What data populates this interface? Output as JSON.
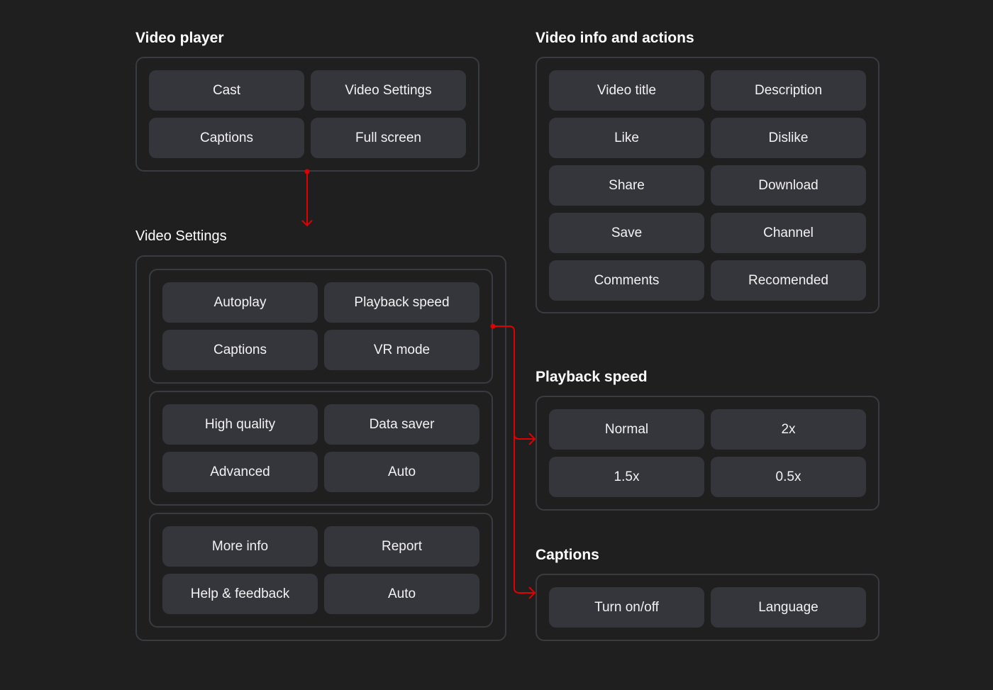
{
  "video_player": {
    "title": "Video player",
    "items": [
      "Cast",
      "Video Settings",
      "Captions",
      "Full screen"
    ]
  },
  "video_settings": {
    "title": "Video Settings",
    "groups": [
      [
        "Autoplay",
        "Playback speed",
        "Captions",
        "VR mode"
      ],
      [
        "High quality",
        "Data saver",
        "Advanced",
        "Auto"
      ],
      [
        "More info",
        "Report",
        "Help & feedback",
        "Auto"
      ]
    ]
  },
  "video_info": {
    "title": "Video info and actions",
    "items": [
      "Video title",
      "Description",
      "Like",
      "Dislike",
      "Share",
      "Download",
      "Save",
      "Channel",
      "Comments",
      "Recomended"
    ]
  },
  "playback_speed": {
    "title": "Playback speed",
    "items": [
      "Normal",
      "2x",
      "1.5x",
      "0.5x"
    ]
  },
  "captions": {
    "title": "Captions",
    "items": [
      "Turn on/off",
      "Language"
    ]
  },
  "colors": {
    "background": "#1f1f1f",
    "button": "#35363c",
    "border": "#3a3b40",
    "connector": "#e00000",
    "text": "#ffffff"
  }
}
